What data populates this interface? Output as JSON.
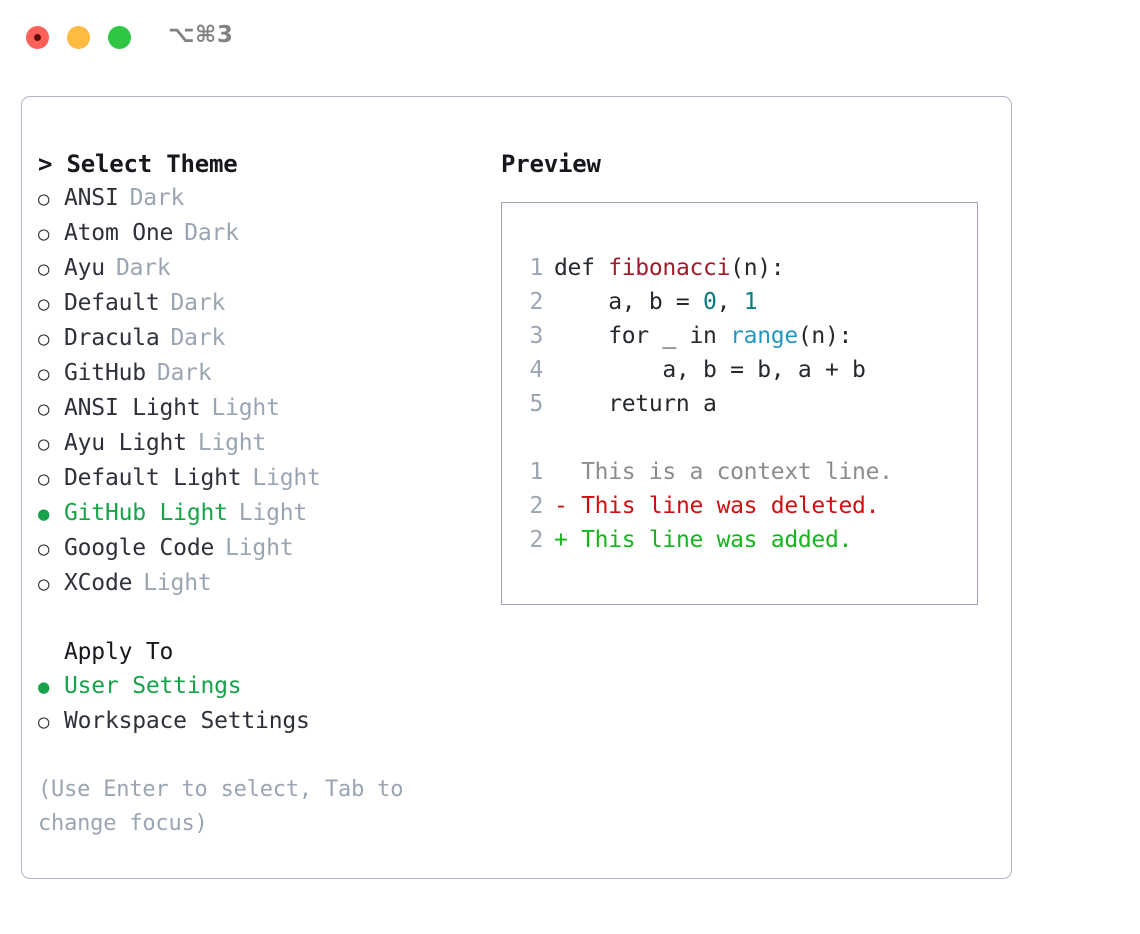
{
  "titlebar": {
    "shortcut": "⌥⌘3",
    "buttons": [
      {
        "name": "close",
        "color": "#fc6058"
      },
      {
        "name": "minimize",
        "color": "#fdbc40"
      },
      {
        "name": "zoom",
        "color": "#2fc644"
      }
    ]
  },
  "left": {
    "header": "> Select Theme",
    "themes": [
      {
        "bullet": "○",
        "label": "ANSI",
        "tag": "Dark",
        "selected": false
      },
      {
        "bullet": "○",
        "label": "Atom One",
        "tag": "Dark",
        "selected": false
      },
      {
        "bullet": "○",
        "label": "Ayu",
        "tag": "Dark",
        "selected": false
      },
      {
        "bullet": "○",
        "label": "Default",
        "tag": "Dark",
        "selected": false
      },
      {
        "bullet": "○",
        "label": "Dracula",
        "tag": "Dark",
        "selected": false
      },
      {
        "bullet": "○",
        "label": "GitHub",
        "tag": "Dark",
        "selected": false
      },
      {
        "bullet": "○",
        "label": "ANSI Light",
        "tag": "Light",
        "selected": false
      },
      {
        "bullet": "○",
        "label": "Ayu Light",
        "tag": "Light",
        "selected": false
      },
      {
        "bullet": "○",
        "label": "Default Light",
        "tag": "Light",
        "selected": false
      },
      {
        "bullet": "●",
        "label": "GitHub Light",
        "tag": "Light",
        "selected": true
      },
      {
        "bullet": "○",
        "label": "Google Code",
        "tag": "Light",
        "selected": false
      },
      {
        "bullet": "○",
        "label": "XCode",
        "tag": "Light",
        "selected": false
      }
    ],
    "apply_header": "Apply To",
    "apply_options": [
      {
        "bullet": "●",
        "label": "User Settings",
        "selected": true
      },
      {
        "bullet": "○",
        "label": "Workspace Settings",
        "selected": false
      }
    ],
    "hint": "(Use Enter to select, Tab to change focus)"
  },
  "right": {
    "preview_title": "Preview",
    "code": [
      {
        "no": "1",
        "parts": [
          {
            "t": "def ",
            "c": "code-text"
          },
          {
            "t": "fibonacci",
            "c": "tok-fn"
          },
          {
            "t": "(n):",
            "c": "code-text"
          }
        ]
      },
      {
        "no": "2",
        "parts": [
          {
            "t": "    a, b = ",
            "c": "code-text"
          },
          {
            "t": "0",
            "c": "tok-num"
          },
          {
            "t": ", ",
            "c": "code-text"
          },
          {
            "t": "1",
            "c": "tok-num"
          }
        ]
      },
      {
        "no": "3",
        "parts": [
          {
            "t": "    for _ in ",
            "c": "code-text"
          },
          {
            "t": "range",
            "c": "tok-blue"
          },
          {
            "t": "(n):",
            "c": "code-text"
          }
        ]
      },
      {
        "no": "4",
        "parts": [
          {
            "t": "        a, b = b, a + b",
            "c": "code-text"
          }
        ]
      },
      {
        "no": "5",
        "parts": [
          {
            "t": "    return a",
            "c": "code-text"
          }
        ]
      }
    ],
    "diff": [
      {
        "no": "1",
        "marker": "  ",
        "text": "This is a context line.",
        "cls": "diff-ctx"
      },
      {
        "no": "2",
        "marker": "- ",
        "text": "This line was deleted.",
        "cls": "diff-del"
      },
      {
        "no": "2",
        "marker": "+ ",
        "text": "This line was added.",
        "cls": "diff-add"
      }
    ]
  },
  "colors": {
    "accent_green": "#16a34a",
    "muted": "#9aa5b4",
    "text": "#2d3139",
    "panel_border": "#adb6c4",
    "preview_border": "#9ba5b5",
    "fn_red": "#a01b2b",
    "num_teal": "#0a7b7b",
    "blue": "#2596be",
    "diff_add": "#16b41e",
    "diff_del": "#cc1111"
  }
}
